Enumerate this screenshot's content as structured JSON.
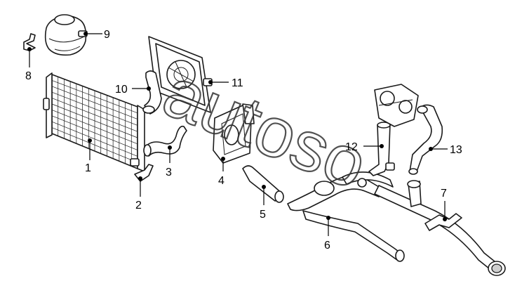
{
  "diagram": {
    "callouts": [
      {
        "id": "c1",
        "label": "1"
      },
      {
        "id": "c2",
        "label": "2"
      },
      {
        "id": "c3",
        "label": "3"
      },
      {
        "id": "c4",
        "label": "4"
      },
      {
        "id": "c5",
        "label": "5"
      },
      {
        "id": "c6",
        "label": "6"
      },
      {
        "id": "c7",
        "label": "7"
      },
      {
        "id": "c8",
        "label": "8"
      },
      {
        "id": "c9",
        "label": "9"
      },
      {
        "id": "c10",
        "label": "10"
      },
      {
        "id": "c11",
        "label": "11"
      },
      {
        "id": "c12",
        "label": "12"
      },
      {
        "id": "c13",
        "label": "13"
      }
    ],
    "watermark": "autoso"
  }
}
